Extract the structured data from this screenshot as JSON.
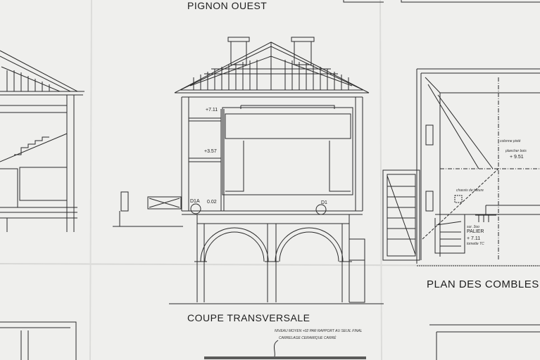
{
  "titles": {
    "pignon": "PIGNON OUEST",
    "coupe": "COUPE TRANSVERSALE",
    "plan": "PLAN DES COMBLES"
  },
  "section_labels": {
    "level_711": "+7.11",
    "level_357": "+3.57",
    "level_002": "0.02",
    "d1a": "D1A",
    "d1": "D1"
  },
  "plan_labels": {
    "colonne": "colonne pisté",
    "plancher": "plancher bois",
    "plancher_level": "+ 9.51",
    "chassis": "chassis de toiture",
    "palier_note": "sur. 3oo",
    "palier": "PALIER",
    "palier_level": "+ 7.11",
    "tomette": "tomette TC"
  },
  "bottom_notes": {
    "niveau": "NIVEAU MOYEN +02 PAR RAPPORT AU SEUIL FINAL",
    "carrelage": "CARRELAGE CERAMIQUE CARRÉ"
  },
  "colors": {
    "paper": "#efefed",
    "ink": "#2a2a2a"
  }
}
